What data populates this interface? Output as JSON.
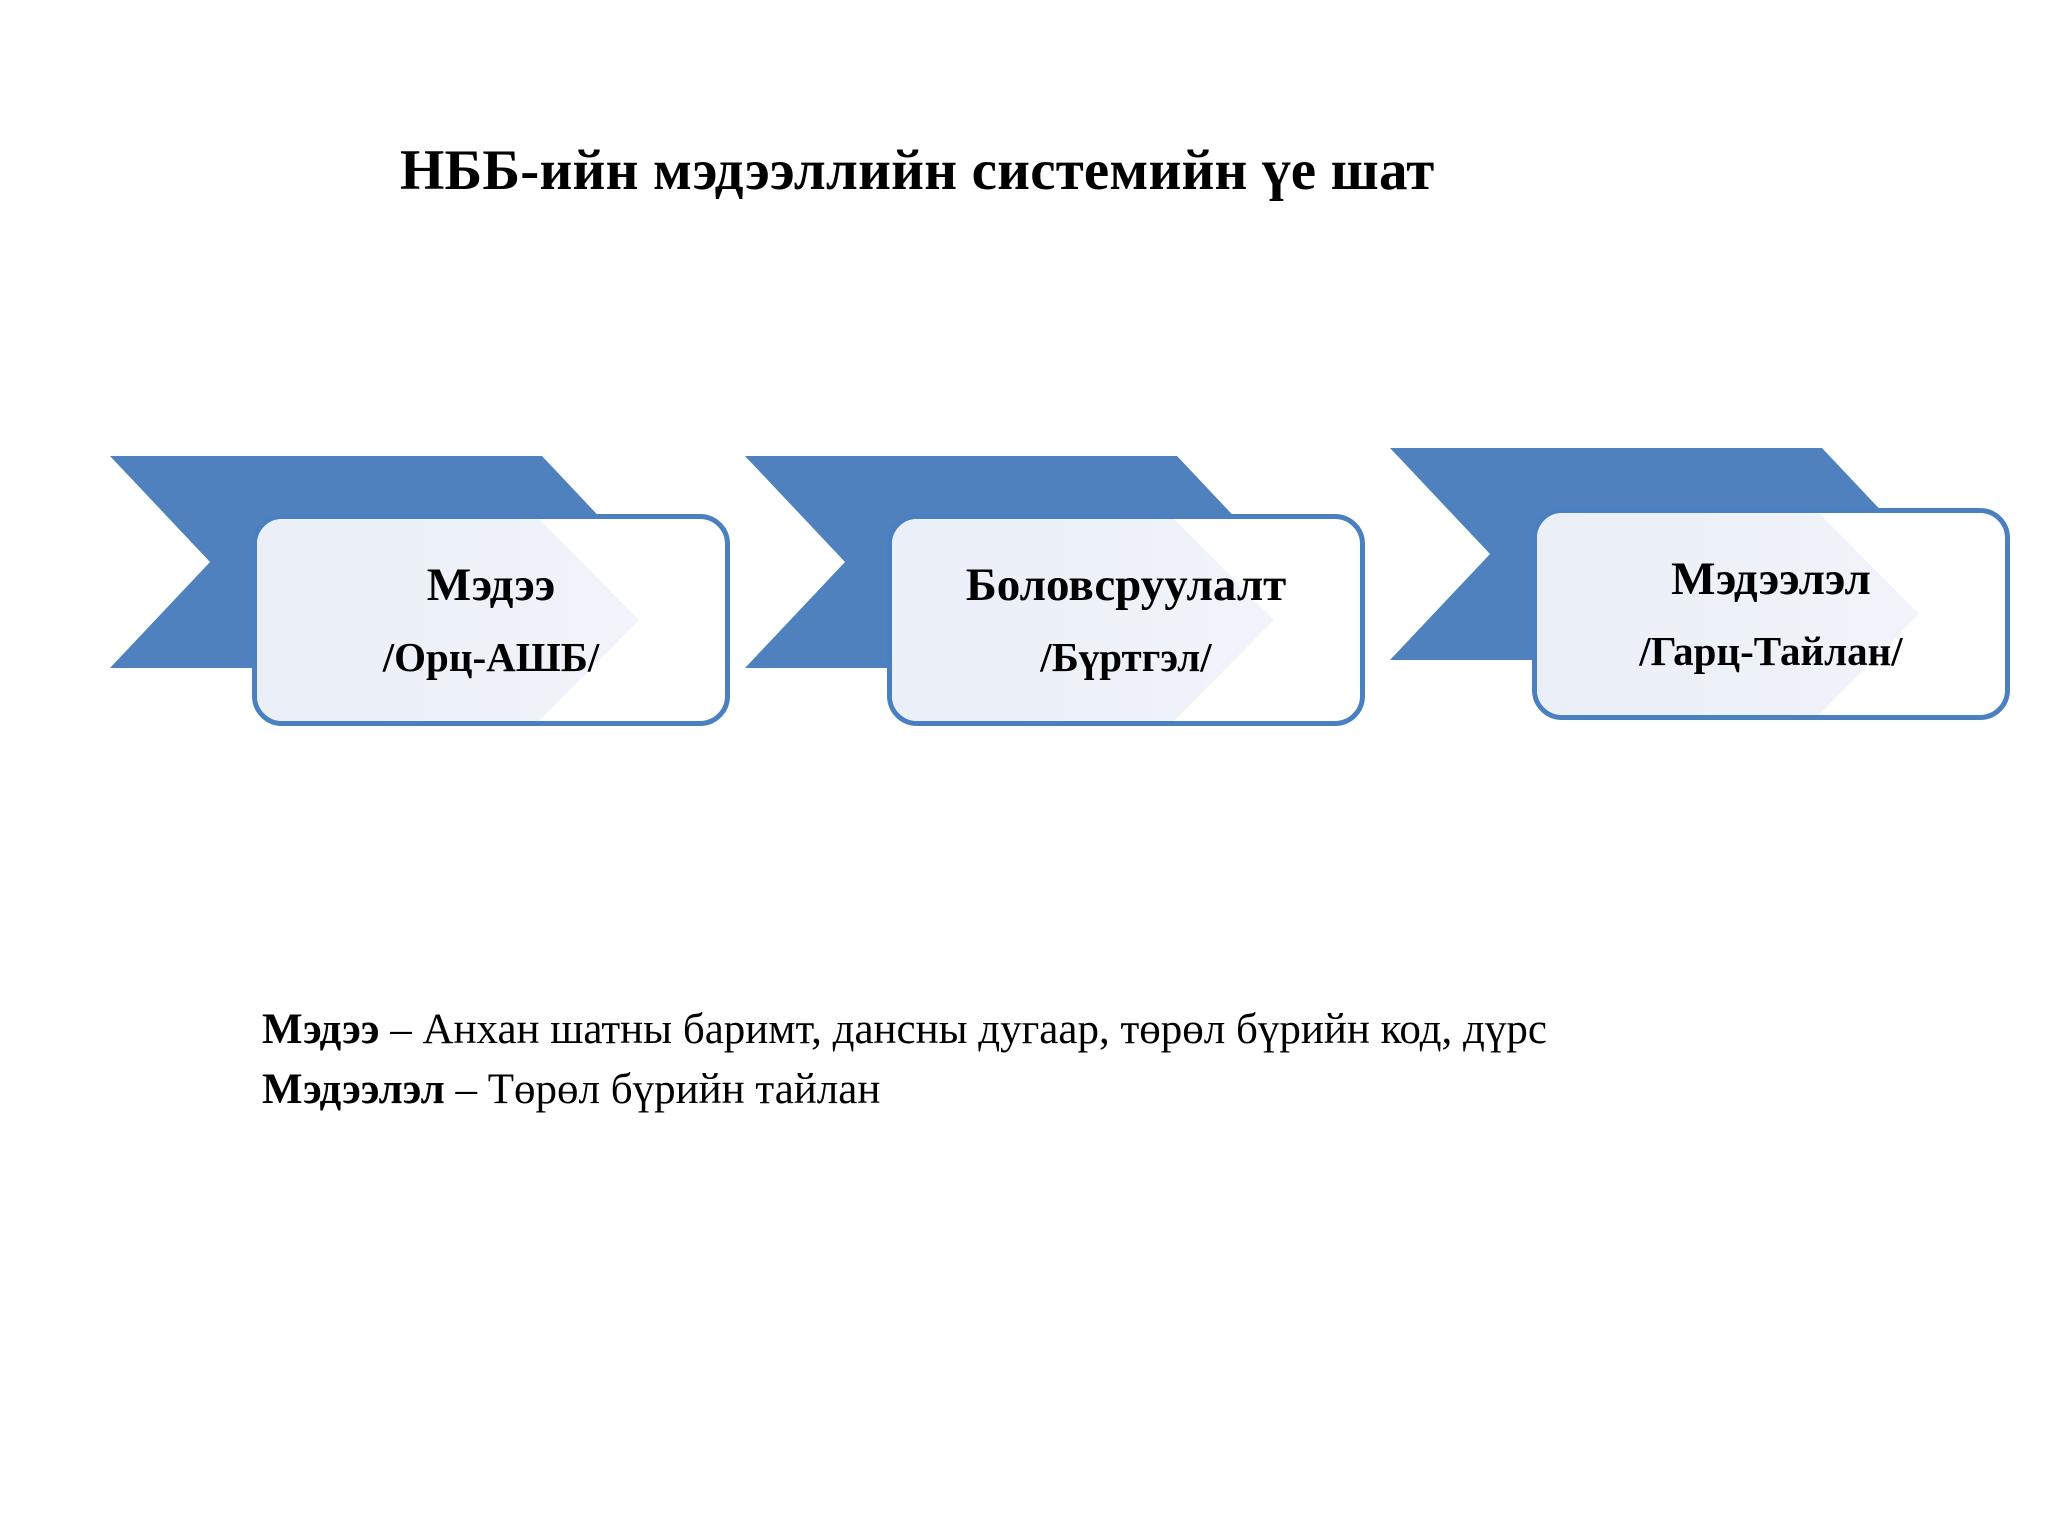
{
  "slide": {
    "title": "НББ-ийн мэдээллийн системийн үе шат",
    "background_color": "#FFFFFF"
  },
  "colors": {
    "chevron_blue": "#4E81BD",
    "card_border_blue": "#4A80C0",
    "card_sheen": "#EDF1F8",
    "card_fill": "#FFFFFF",
    "text": "#000000"
  },
  "process": {
    "name": "НББ-ийн мэдээллийн системийн үе шат",
    "stages": [
      {
        "index": 1,
        "label": "Мэдээ",
        "sublabel": "/Орц-АШБ/"
      },
      {
        "index": 2,
        "label": "Боловсруулалт",
        "sublabel": "/Бүртгэл/"
      },
      {
        "index": 3,
        "label": "Мэдээлэл",
        "sublabel": "/Гарц-Тайлан/"
      }
    ]
  },
  "notes": {
    "lines": [
      {
        "term": "Мэдээ",
        "rest": " – Анхан шатны баримт, дансны дугаар, төрөл бүрийн код, дүрс"
      },
      {
        "term": "Мэдээлэл",
        "rest": " – Төрөл бүрийн тайлан"
      }
    ]
  }
}
